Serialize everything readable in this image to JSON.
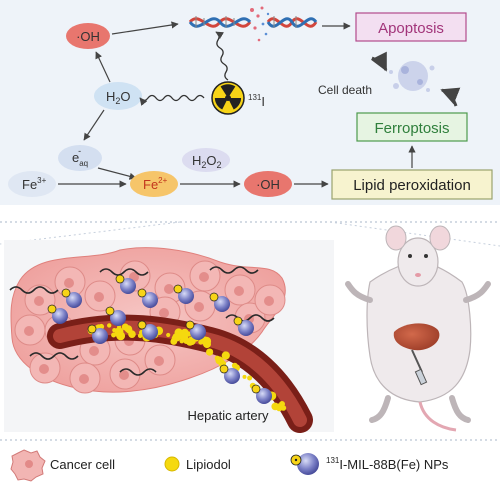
{
  "mechanism": {
    "oh_top": "·OH",
    "h2o": "H",
    "h2o_sub": "2",
    "h2o_o": "O",
    "e_aq": "e",
    "e_aq_sub": "aq",
    "e_aq_sup": "-",
    "fe3": "Fe",
    "fe3_sup": "3+",
    "fe2": "Fe",
    "fe2_sup": "2+",
    "h2o2": "H",
    "h2o2_sub1": "2",
    "h2o2_o": "O",
    "h2o2_sub2": "2",
    "oh_bottom": "·OH",
    "iodine": "I",
    "iodine_sup": "131",
    "apoptosis": "Apoptosis",
    "cell_death": "Cell death",
    "ferroptosis": "Ferroptosis",
    "lipid_peroxidation": "Lipid peroxidation"
  },
  "illustration": {
    "hepatic_artery": "Hepatic artery"
  },
  "legend": {
    "cancer_cell": "Cancer cell",
    "lipiodol": "Lipiodol",
    "np_sup": "131",
    "np_label": "I-MIL-88B(Fe) NPs"
  },
  "colors": {
    "top_panel_bg": "#eef3f9",
    "oh_node": "#e8766e",
    "h2o_node": "#cfe2f3",
    "fe2_node": "#f6c56a",
    "apoptosis_border": "#b24a8c",
    "apoptosis_bg": "#f3dff1",
    "ferroptosis_border": "#4d9a4d",
    "ferroptosis_bg": "#e6f4e2",
    "lipid_bg": "#f7f3cf",
    "cancer_cell": "#f2b5b3",
    "lipiodol": "#f5d90f",
    "nanoparticle": "#6b6fb8",
    "artery": "#7a1f18"
  }
}
